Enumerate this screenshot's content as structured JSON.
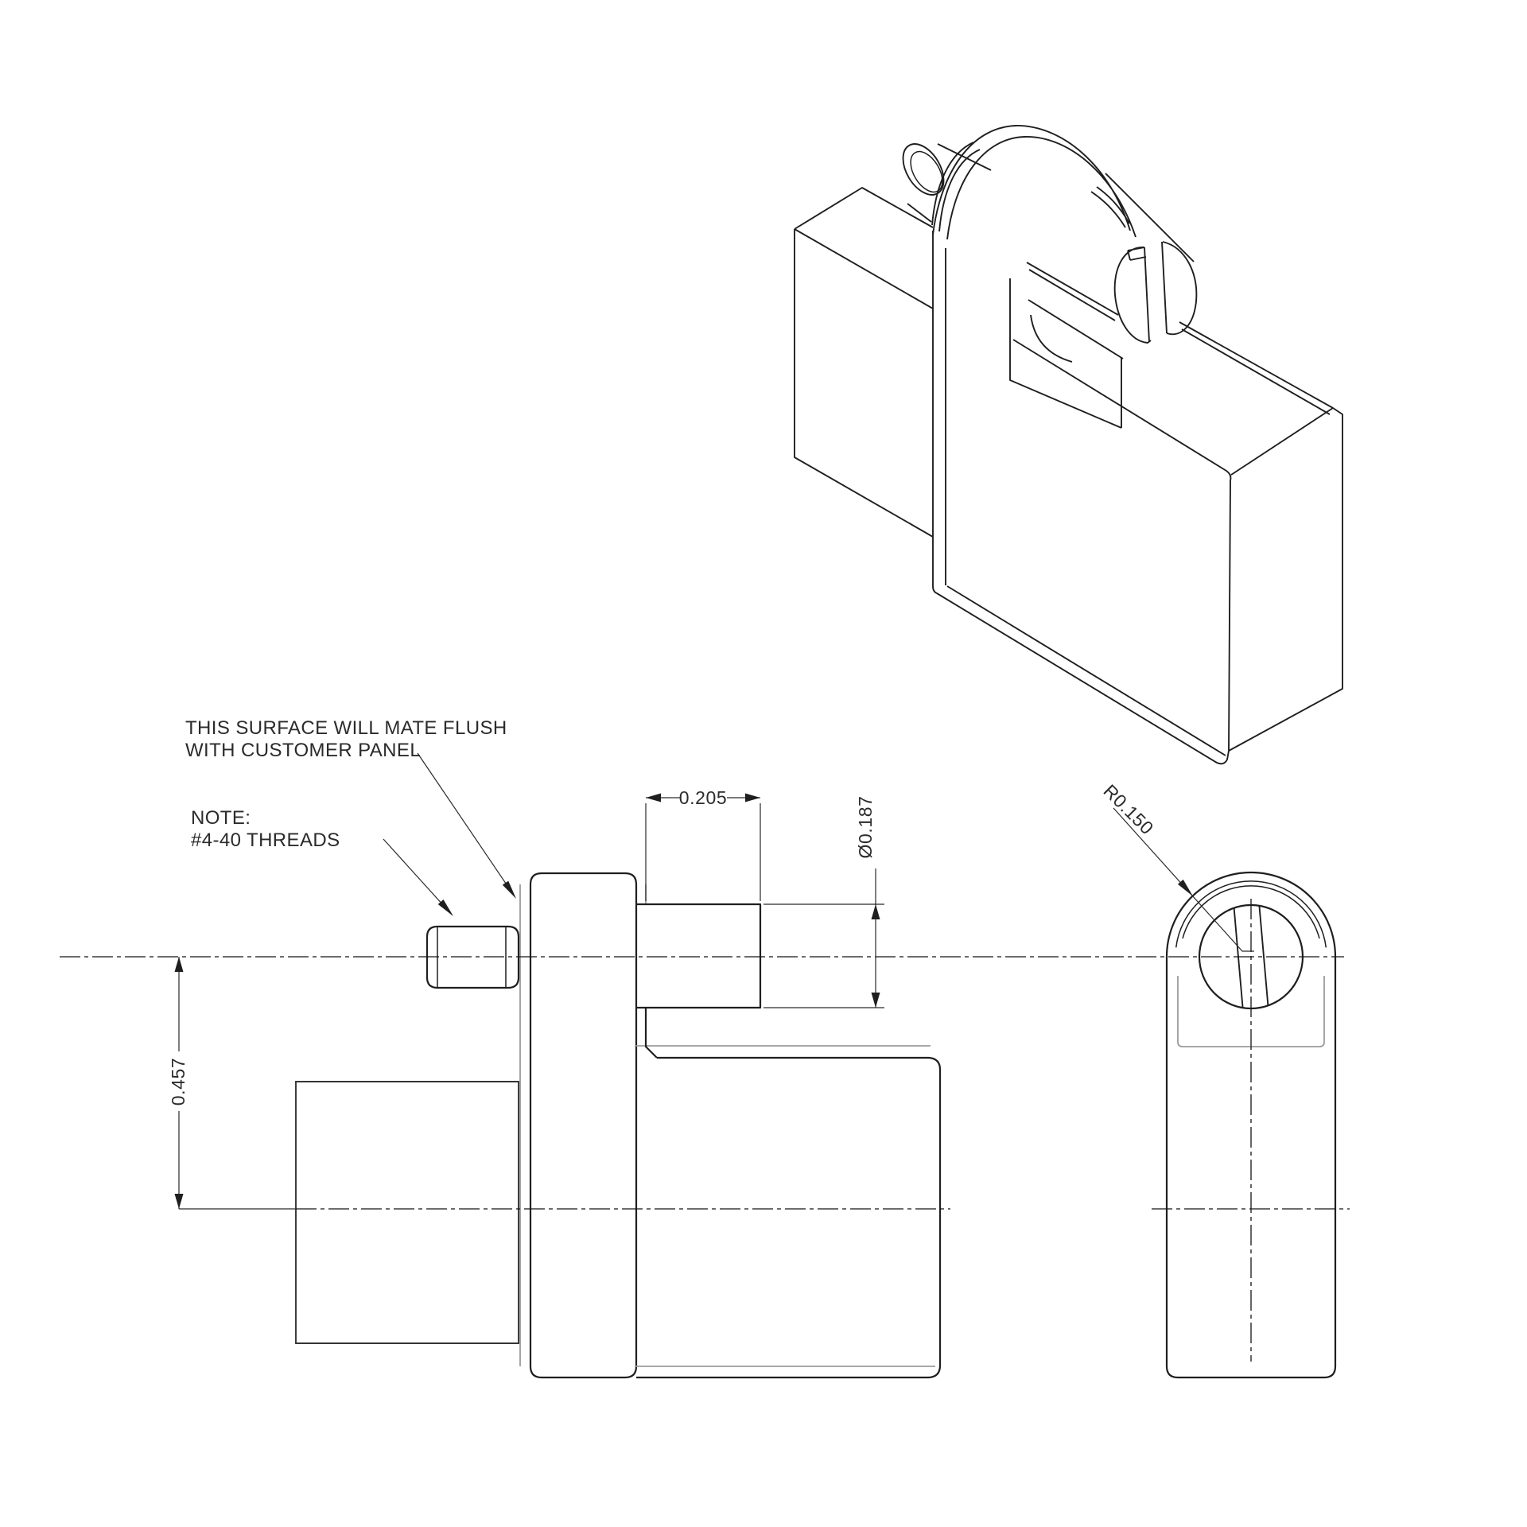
{
  "drawing": {
    "colors": {
      "background": "#ffffff",
      "outline": "#1f1f1f",
      "silhouette": "#9c9c9c",
      "text": "#2b2b2b"
    },
    "annotations": {
      "surface_note": {
        "line1": "THIS SURFACE WILL MATE FLUSH",
        "line2": "WITH CUSTOMER PANEL"
      },
      "thread_note": {
        "line1": "NOTE:",
        "line2": "#4-40 THREADS"
      }
    },
    "dimensions": {
      "stud_length": "0.205",
      "shaft_diameter": "Ø0.187",
      "flange_radius": "R0.150",
      "vertical_offset": "0.457"
    }
  }
}
